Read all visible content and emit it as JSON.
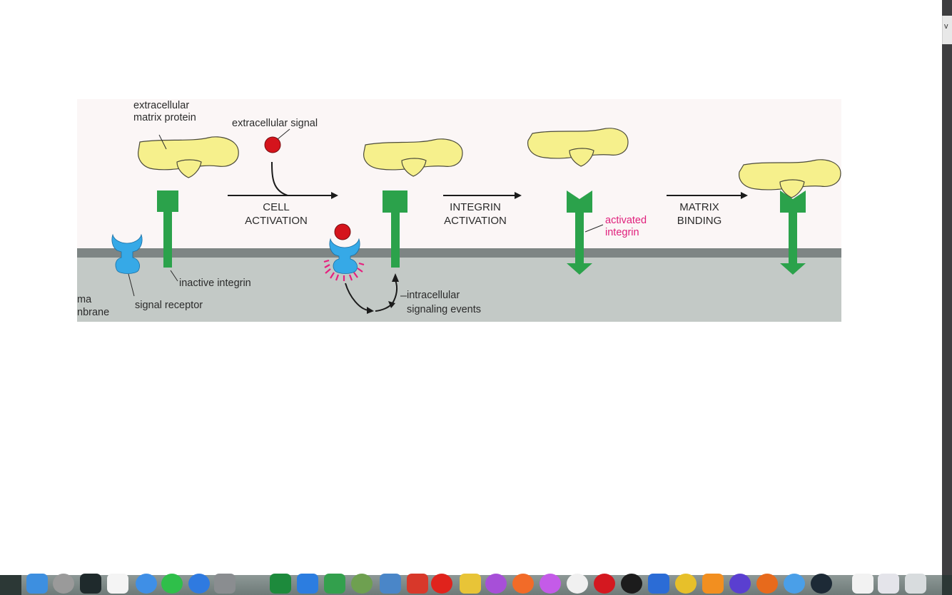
{
  "figure": {
    "labels": {
      "ecm_protein_line1": "extracellular",
      "ecm_protein_line2": "matrix protein",
      "extracellular_signal": "extracellular signal",
      "cell_activation_1": "CELL",
      "cell_activation_2": "ACTIVATION",
      "integrin_activation_1": "INTEGRIN",
      "integrin_activation_2": "ACTIVATION",
      "matrix_binding_1": "MATRIX",
      "matrix_binding_2": "BINDING",
      "activated_integrin_1": "activated",
      "activated_integrin_2": "integrin",
      "inactive_integrin": "inactive integrin",
      "signal_receptor": "signal receptor",
      "intracellular_1": "intracellular",
      "intracellular_2": "signaling events",
      "plasma_membrane_1": "ma",
      "plasma_membrane_2": "nbrane"
    },
    "colors": {
      "matrix_protein": "#f5f08a",
      "integrin": "#2aa04a",
      "receptor": "#35a8e6",
      "signal": "#d8141c",
      "activated_text": "#e0207c",
      "membrane": "#7d8483",
      "cytoplasm": "#c3c9c6",
      "background": "#fbf7f7"
    }
  },
  "right_edge": {
    "tab_glyph": "v"
  }
}
